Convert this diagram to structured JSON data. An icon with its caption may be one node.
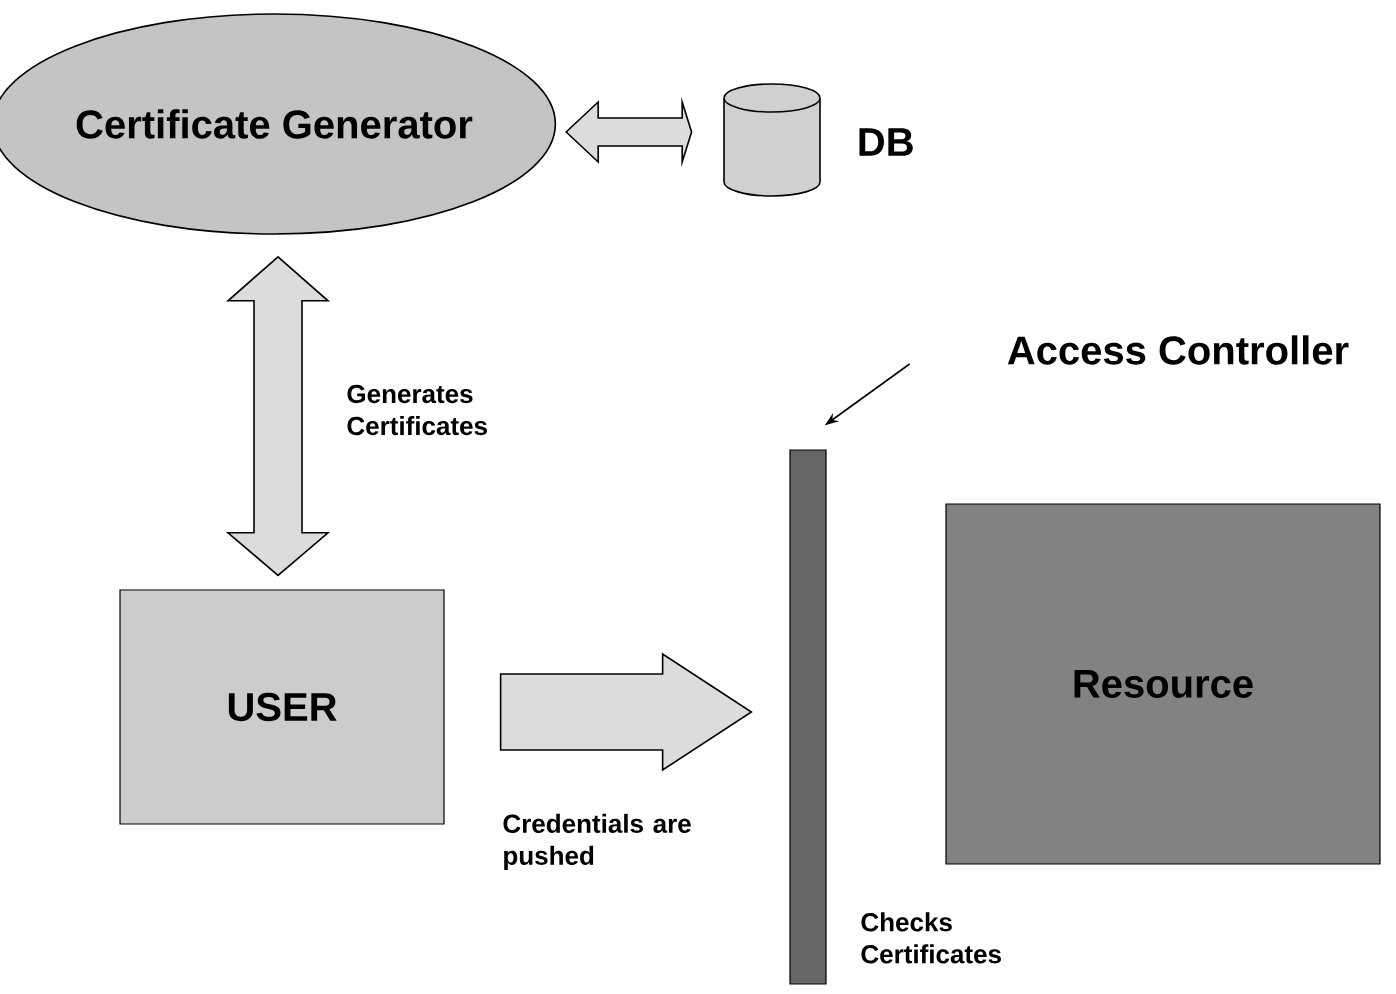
{
  "diagram": {
    "nodes": [
      {
        "text": [
          "Certificate Generator"
        ]
      },
      {
        "text": [
          "DB"
        ]
      },
      {
        "text": [
          "Access Controller"
        ]
      },
      {
        "text": [],
        "shape": "bar",
        "beside": [
          "Checks Certificates"
        ]
      },
      {
        "text": [
          "USER"
        ]
      },
      {
        "text": [
          "Resource"
        ]
      }
    ],
    "edges": [
      {
        "from": 0,
        "to": 1,
        "arrow": "both",
        "style": "thick"
      },
      {
        "from": 0,
        "to": 4,
        "arrow": "both",
        "style": "thick",
        "label": "Generates Certificates"
      },
      {
        "from": 2,
        "to": 3,
        "arrow": "to"
      },
      {
        "from": 4,
        "to": 3,
        "arrow": "to",
        "style": "thick",
        "label": "Credentials are pushed"
      }
    ]
  }
}
